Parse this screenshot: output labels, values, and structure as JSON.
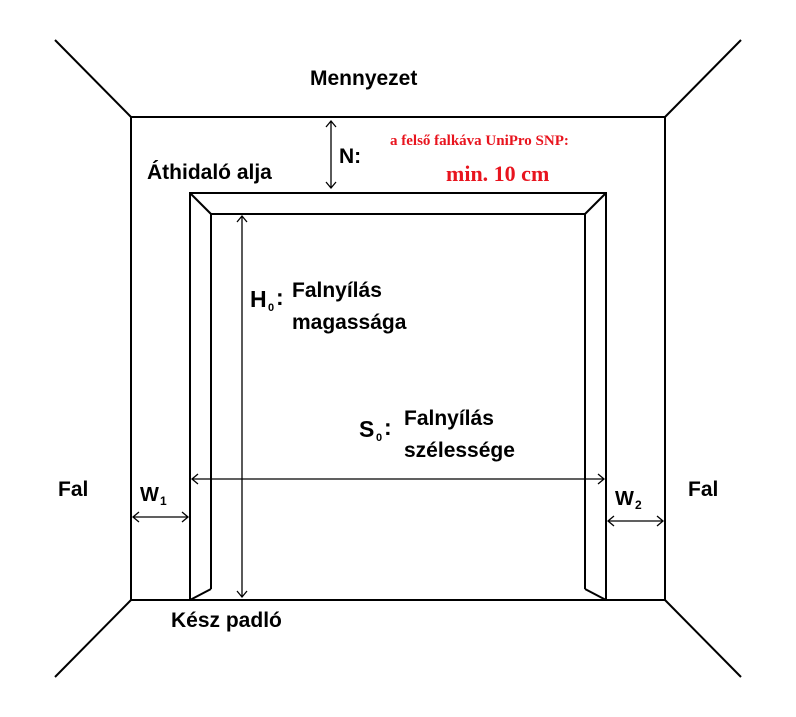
{
  "labels": {
    "ceiling": "Mennyezet",
    "lintel_bottom": "Áthidaló alja",
    "n_label": "N:",
    "red_note_line1": "a felső falkáva UniPro SNP:",
    "red_note_line2": "min. 10 cm",
    "h0_main": "H",
    "h0_sub": "0",
    "h0_colon": ":",
    "h0_desc_line1": "Falnyílás",
    "h0_desc_line2": "magassága",
    "s0_main": "S",
    "s0_sub": "0",
    "s0_colon": ":",
    "s0_desc_line1": "Falnyílás",
    "s0_desc_line2": "szélessége",
    "wall_left": "Fal",
    "wall_right": "Fal",
    "w1_main": "W",
    "w1_sub": "1",
    "w2_main": "W",
    "w2_sub": "2",
    "floor": "Kész padló"
  },
  "colors": {
    "line": "#000000",
    "text": "#000000",
    "note": "#e8141e",
    "background": "#ffffff"
  }
}
